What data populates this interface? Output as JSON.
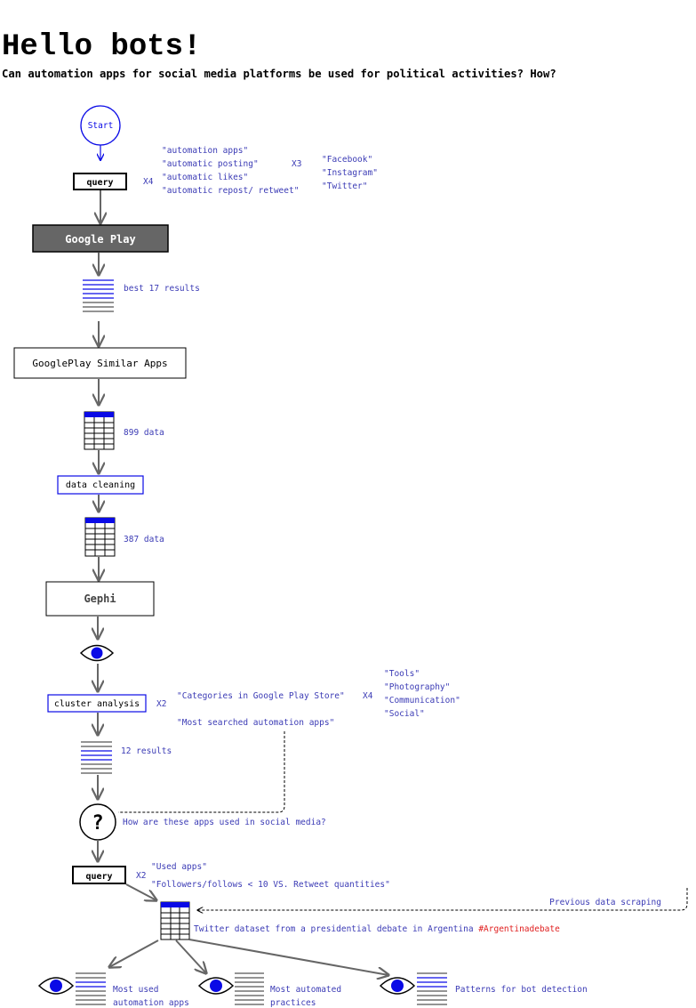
{
  "header": {
    "title": "Hello bots!",
    "subtitle": "Can automation apps for social media platforms be used for political activities? How?"
  },
  "flow": {
    "start": "Start",
    "query1": {
      "label": "query",
      "multiplier": "X4",
      "terms": [
        "\"automation apps\"",
        "\"automatic posting\"",
        "\"automatic likes\"",
        "\"automatic repost/ retweet\""
      ],
      "platform_multiplier": "X3",
      "platforms": [
        "\"Facebook\"",
        "\"Instagram\"",
        "\"Twitter\""
      ]
    },
    "google_play": "Google Play",
    "best_results": "best 17 results",
    "similar_apps": "GooglePlay Similar Apps",
    "data_899": "899 data",
    "data_cleaning": "data cleaning",
    "data_387": "387 data",
    "gephi": "Gephi",
    "cluster": {
      "label": "cluster analysis",
      "multiplier": "X2",
      "item1": "\"Categories in Google Play Store\"",
      "item2": "\"Most searched automation apps\"",
      "category_multiplier": "X4",
      "categories": [
        "\"Tools\"",
        "\"Photography\"",
        "\"Communication\"",
        "\"Social\""
      ]
    },
    "results_12": "12 results",
    "question": "How are these apps used in social media?",
    "question_mark": "?",
    "query2": {
      "label": "query",
      "multiplier": "X2",
      "terms": [
        "\"Used apps\"",
        "\"Followers/follows < 10 VS. Retweet quantities\""
      ]
    },
    "previous_scraping": "Previous data scraping",
    "twitter_dataset": "Twitter dataset from a presidential debate in Argentina",
    "hashtag": "#Argentinadebate",
    "outputs": [
      {
        "line1": "Most used",
        "line2": "automation apps"
      },
      {
        "line1": "Most automated",
        "line2": "practices"
      },
      {
        "line1": "Patterns for bot detection",
        "line2": ""
      }
    ]
  },
  "colors": {
    "accent_blue": "#0a0ae6",
    "text_blue": "#3b3bb5",
    "hashtag_red": "#e02020",
    "google_play_fill": "#666666",
    "arrow_grey": "#666666"
  }
}
